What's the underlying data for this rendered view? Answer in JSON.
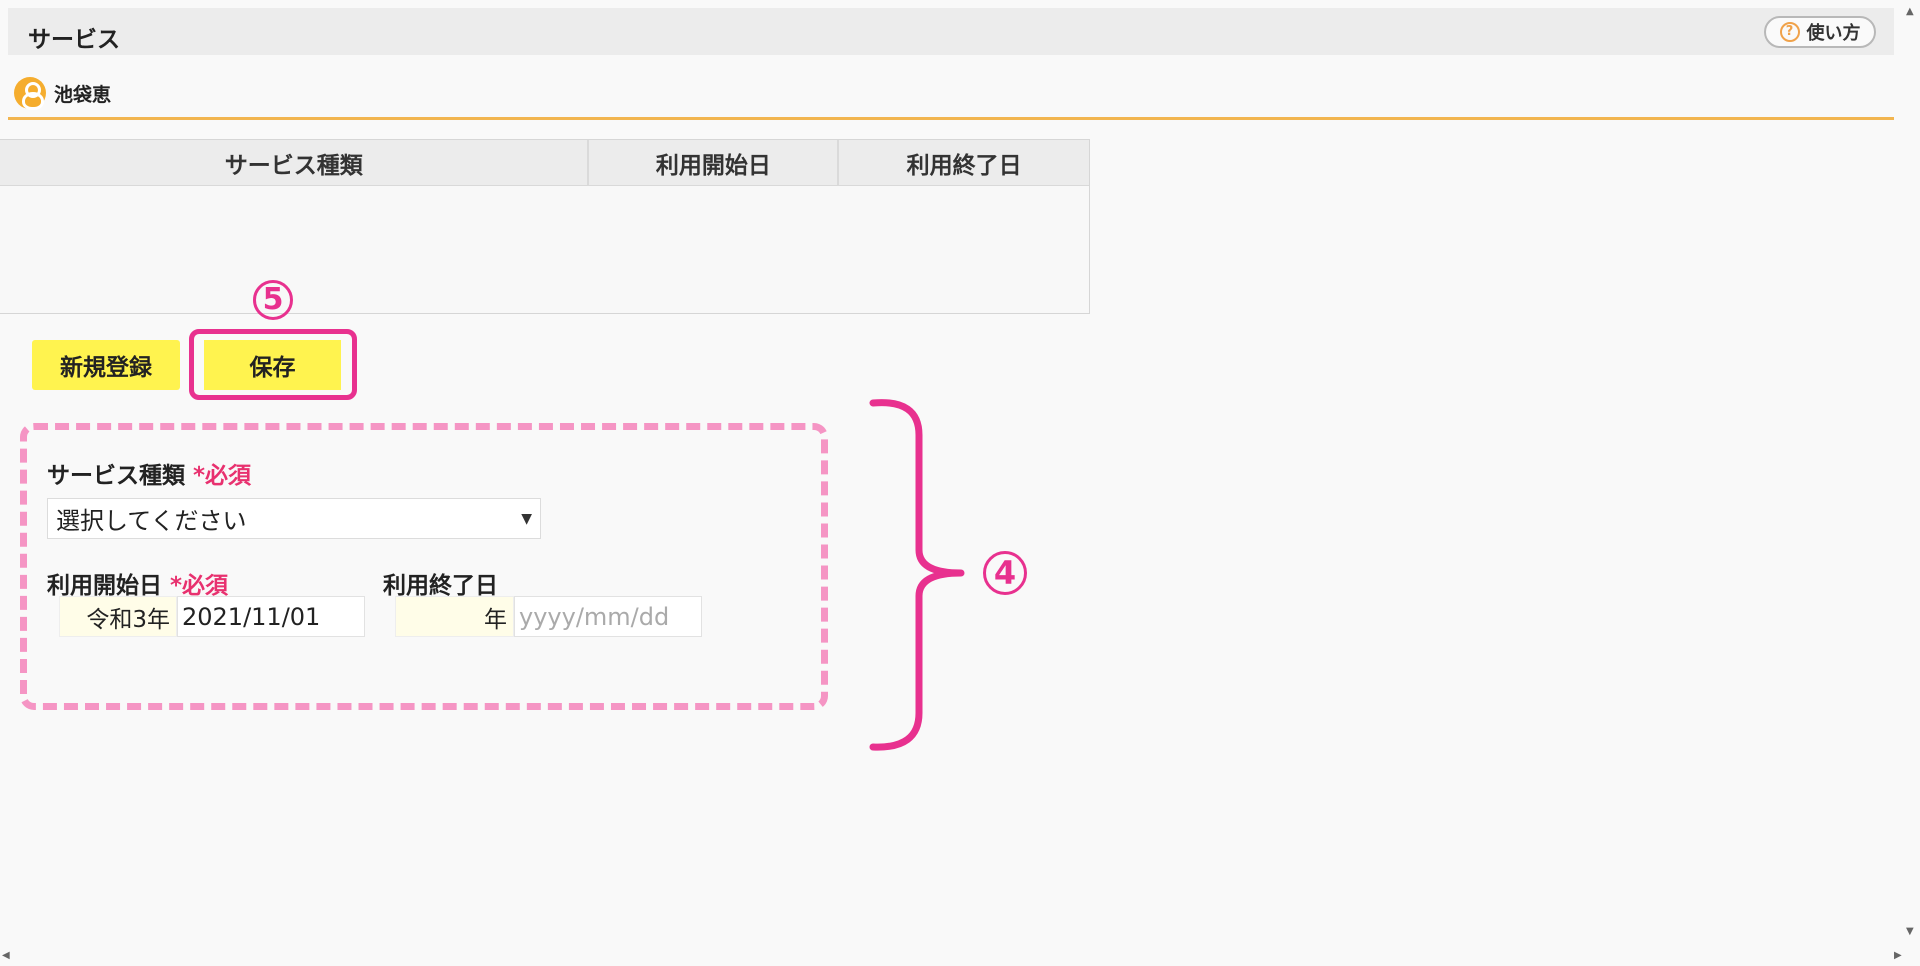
{
  "header": {
    "title": "サービス",
    "help_label": "使い方",
    "help_icon": "?"
  },
  "user": {
    "name": "池袋恵"
  },
  "table": {
    "columns": [
      "サービス種類",
      "利用開始日",
      "利用終了日"
    ],
    "rows": []
  },
  "toolbar": {
    "new_label": "新規登録",
    "save_label": "保存"
  },
  "annotations": {
    "save": "5",
    "form": "4"
  },
  "form": {
    "service_type_label": "サービス種類",
    "required_label": "*必須",
    "service_type_value": "選択してください",
    "start_label": "利用開始日",
    "start_era": "令和3年",
    "start_value": "2021/11/01",
    "end_label": "利用終了日",
    "end_era": "年",
    "end_placeholder": "yyyy/mm/dd"
  },
  "colors": {
    "accent_pink": "#e8318f",
    "button_yellow": "#fff34f",
    "divider_orange": "#f2b54f"
  }
}
